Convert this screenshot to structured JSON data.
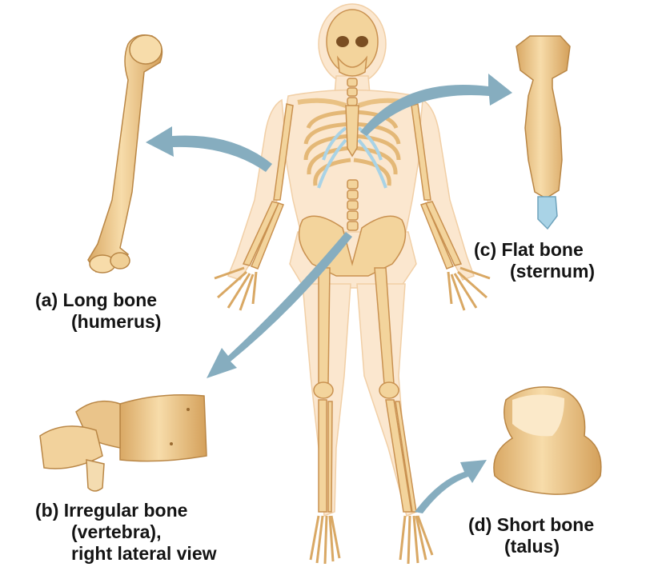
{
  "labels": {
    "long_bone": {
      "letter": "(a)",
      "name": "Long bone",
      "detail": "(humerus)"
    },
    "irregular_bone": {
      "letter": "(b)",
      "name": "Irregular bone",
      "detail": "(vertebra),",
      "view": "right lateral view"
    },
    "flat_bone": {
      "letter": "(c)",
      "name": "Flat bone",
      "detail": "(sternum)"
    },
    "short_bone": {
      "letter": "(d)",
      "name": "Short bone",
      "detail": "(talus)"
    }
  },
  "colors": {
    "bone": "#f3d49c",
    "bone_shade": "#d9a864",
    "bone_dark": "#b98645",
    "body_outline": "#fbe6cd",
    "cartilage": "#a9d3e6",
    "arrow": "#7fa9bc"
  }
}
